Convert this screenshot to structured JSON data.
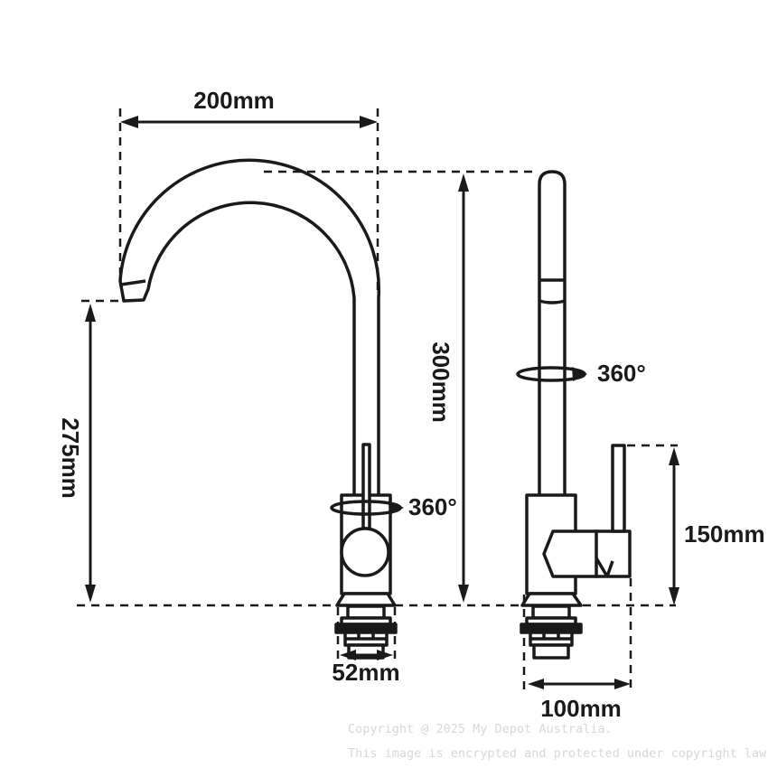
{
  "diagram": {
    "subject": "kitchen-mixer-tap-dimension-drawing",
    "dimensions": {
      "spout_reach": "200mm",
      "spout_clearance_height": "275mm",
      "overall_height": "300mm",
      "handle_height": "150mm",
      "base_width_front": "52mm",
      "base_depth_side": "100mm",
      "swivel_front": "360°",
      "swivel_side": "360°"
    }
  },
  "watermark": {
    "line1": "Copyright @ 2025 My Depot Australia.",
    "line2": "This image is encrypted and protected under copyright law."
  },
  "colors": {
    "line": "#1a1a1a",
    "watermark": "#d8d8d8",
    "background": "#ffffff"
  }
}
